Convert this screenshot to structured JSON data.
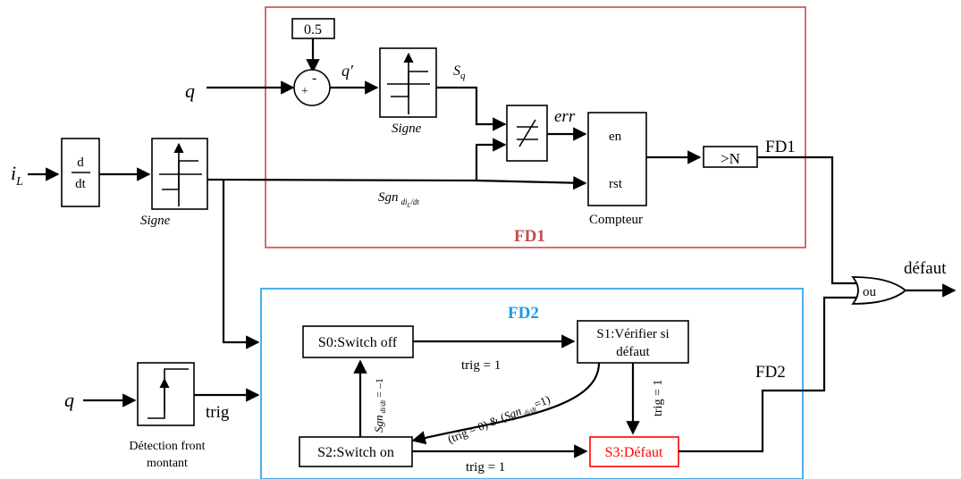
{
  "blocks": {
    "constant": "0.5",
    "sum_plus": "+",
    "sum_minus": "-",
    "deriv_num": "d",
    "deriv_den": "dt",
    "sign_label_top": "Signe",
    "sign_label_left": "Signe",
    "counter_en": "en",
    "counter_rst": "rst",
    "counter_label": "Compteur",
    "compare": ">N",
    "or_gate": "ou",
    "edge_detector_line1": "Détection front",
    "edge_detector_line2": "montant"
  },
  "signals": {
    "q_top": "q",
    "q_prime": "q′",
    "sq_main": "S",
    "sq_sub": "q",
    "err": "err",
    "il_main": "i",
    "il_sub": "L",
    "sgn_main": "Sgn",
    "sgn_sub": "di",
    "sgn_subsub": "L",
    "sgn_sub2": "/dt",
    "fd1_out": "FD1",
    "q_bottom": "q",
    "trig": "trig",
    "fd2_out": "FD2",
    "output": "défaut"
  },
  "groups": {
    "fd1_title": "FD1",
    "fd2_title": "FD2"
  },
  "states": {
    "s0": "S0:Switch off",
    "s1_line1": "S1:Vérifier si",
    "s1_line2": "défaut",
    "s2": "S2:Switch on",
    "s3": "S3:Défaut"
  },
  "transitions": {
    "s0_s1": "trig = 1",
    "s1_s3": "trig = 1",
    "s2_s3": "trig = 1",
    "s2_s0_main": "Sgn",
    "s2_s0_sub": "di",
    "s2_s0_sub2": "/dt",
    "s2_s0_eq": " = –1",
    "s1_s2_a": "(trig = 0) & (",
    "s1_s2_main": "Sgn",
    "s1_s2_sub": "di",
    "s1_s2_sub2": "/dt",
    "s1_s2_eq": "=1)"
  },
  "colors": {
    "fd1_frame": "#c0504d",
    "fd1_title": "#c0504d",
    "fd2_frame": "#1e9be8",
    "fd2_title": "#1e9be8",
    "fault_state": "#ff0000"
  }
}
